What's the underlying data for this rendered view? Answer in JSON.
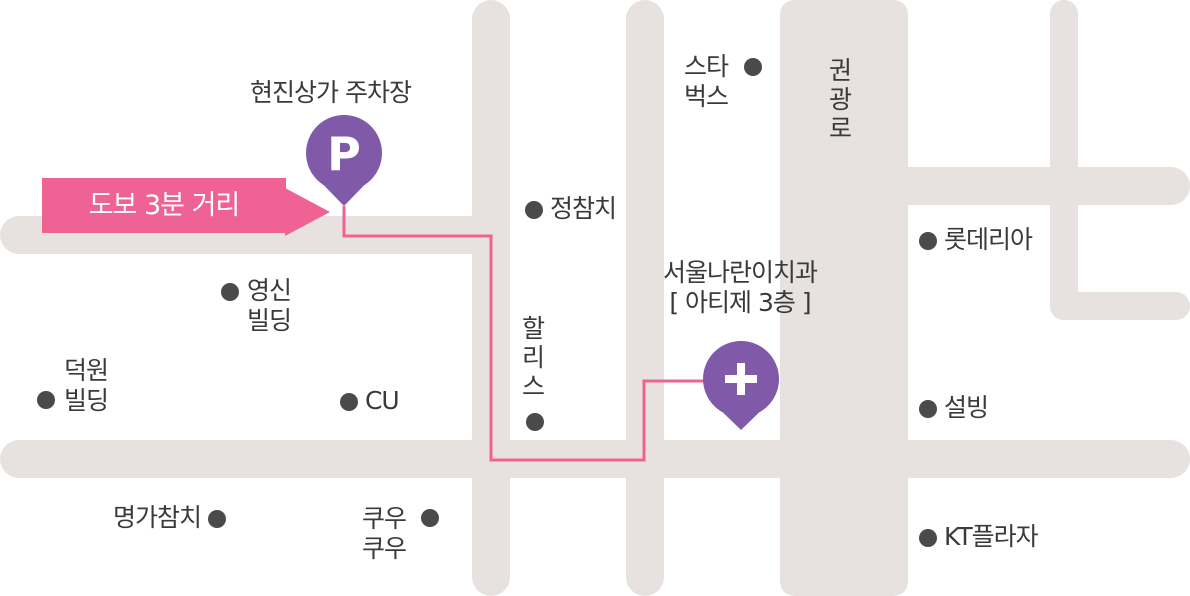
{
  "map": {
    "colors": {
      "road": "#e7e1df",
      "route": "#ef6294",
      "marker": "#8159a9",
      "dot": "#4a4a4a",
      "text": "#3a3a3a",
      "background": "#ffffff"
    },
    "callout": {
      "text": "도보 3분 거리"
    },
    "markers": {
      "parking": {
        "label": "현진상가 주차장",
        "glyph": "P",
        "icon": "parking-pin-icon"
      },
      "clinic": {
        "label_line1": "서울나란이치과",
        "label_line2": "[ 아티제 3층 ]",
        "glyph": "+",
        "icon": "clinic-pin-icon"
      }
    },
    "streets": {
      "gwongwangro": [
        "권",
        "광",
        "로"
      ]
    },
    "places": {
      "starbucks": [
        "스타",
        "벅스"
      ],
      "jungchamchi": "정참치",
      "lotteria": "롯데리아",
      "youngsin": [
        "영신",
        "빌딩"
      ],
      "deokwon": [
        "덕원",
        "빌딩"
      ],
      "cu": "CU",
      "hollys": [
        "할",
        "리",
        "스"
      ],
      "sulbing": "설빙",
      "myeongga": "명가참치",
      "kuukuu": [
        "쿠우",
        "쿠우"
      ],
      "ktplaza": "KT플라자"
    }
  }
}
